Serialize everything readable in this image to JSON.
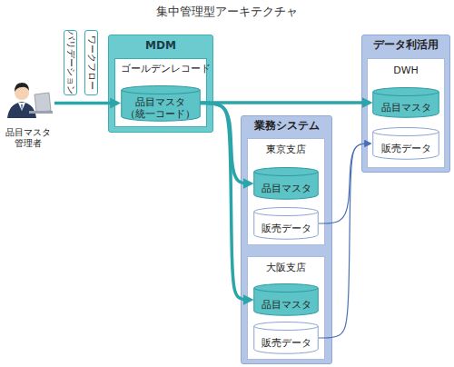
{
  "diagram": {
    "title": "集中管理型アーキテクチャ",
    "nodes": [
      {
        "text": [
          "品目マスタ 管理者"
        ]
      },
      {
        "text": [
          "バリデーション"
        ]
      },
      {
        "text": [
          "ワークフロー"
        ]
      },
      {
        "text": [
          "MDM"
        ]
      },
      {
        "text": [
          "ゴールデンレコード"
        ],
        "in": 3
      },
      {
        "text": [
          "品目マスタ （統一コード）"
        ],
        "in": 4
      },
      {
        "text": [
          "データ利活用"
        ]
      },
      {
        "text": [
          "DWH"
        ],
        "in": 6
      },
      {
        "text": [
          "品目マスタ"
        ],
        "in": 7
      },
      {
        "text": [
          "販売データ"
        ],
        "in": 7
      },
      {
        "text": [
          "業務システム"
        ]
      },
      {
        "text": [
          "東京支店"
        ],
        "in": 10
      },
      {
        "text": [
          "品目マスタ"
        ],
        "in": 11
      },
      {
        "text": [
          "販売データ"
        ],
        "in": 11
      },
      {
        "text": [
          "大阪支店"
        ],
        "in": 10
      },
      {
        "text": [
          "品目マスタ"
        ],
        "in": 14
      },
      {
        "text": [
          "販売データ"
        ],
        "in": 14
      }
    ],
    "edges": [
      {
        "from": 0,
        "to": 5,
        "arrow": "to"
      },
      {
        "from": 5,
        "to": 8,
        "arrow": "to"
      },
      {
        "from": 5,
        "to": 12,
        "arrow": "to"
      },
      {
        "from": 5,
        "to": 15,
        "arrow": "to"
      },
      {
        "from": 13,
        "to": 9,
        "arrow": "to"
      },
      {
        "from": 16,
        "to": 9,
        "arrow": "to"
      }
    ]
  }
}
